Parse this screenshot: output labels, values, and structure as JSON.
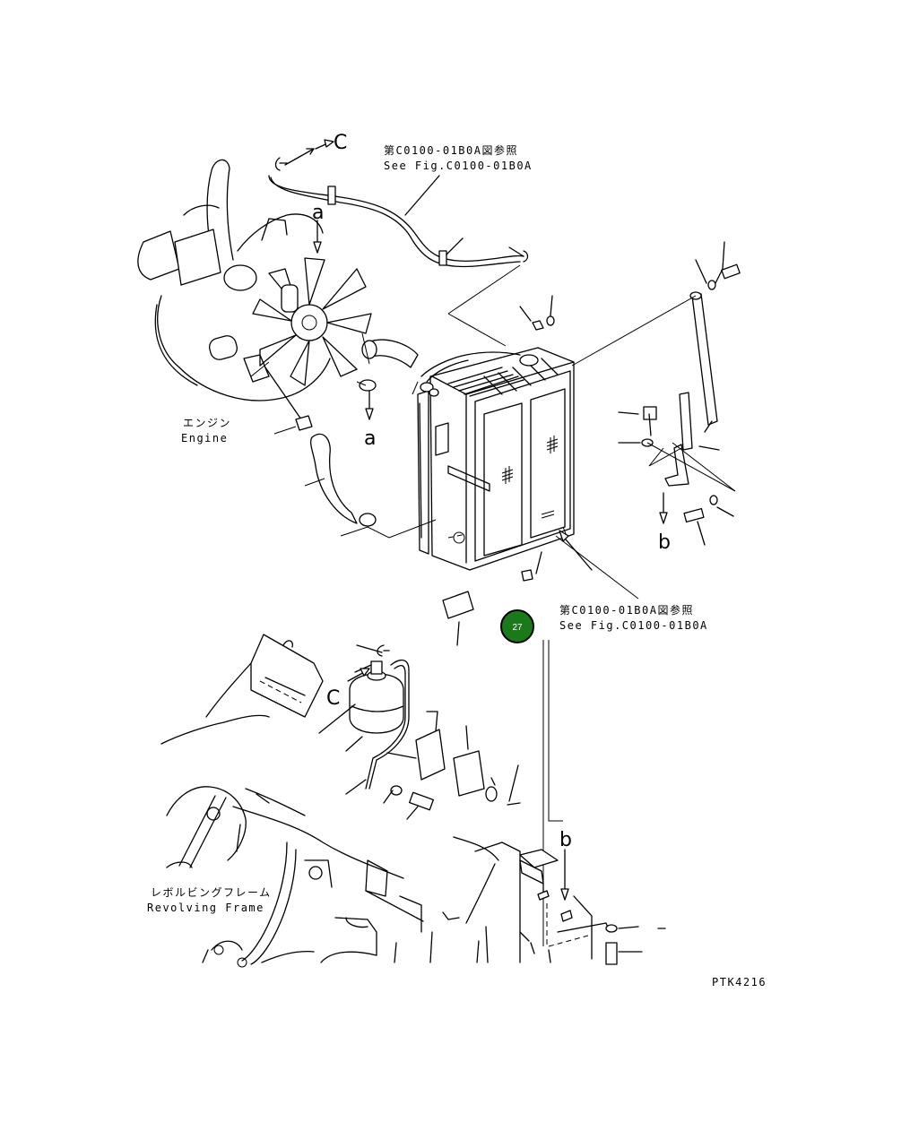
{
  "labels": {
    "ref_top_jp": "第C0100-01B0A図参照",
    "ref_top_en": "See Fig.C0100-01B0A",
    "ref_mid_jp": "第C0100-01B0A図参照",
    "ref_mid_en": "See Fig.C0100-01B0A",
    "engine_jp": "エンジン",
    "engine_en": "Engine",
    "frame_jp": "レボルビングフレーム",
    "frame_en": "Revolving Frame",
    "drawing_code": "PTK4216"
  },
  "markers": {
    "c_top": "C",
    "a_top": "a",
    "a_lower": "a",
    "b_right": "b",
    "c_lower": "C",
    "b_lower": "b"
  },
  "callout": {
    "number": "27",
    "color": "#1a7a1a"
  }
}
